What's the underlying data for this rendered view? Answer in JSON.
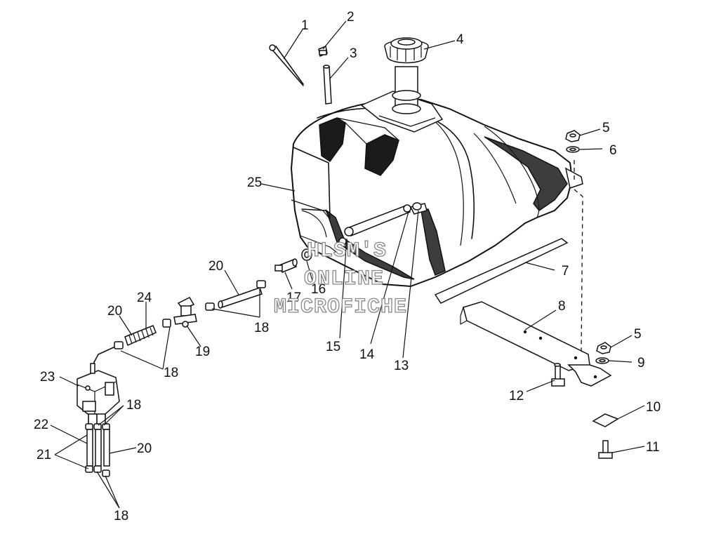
{
  "watermark": {
    "line1": "HLSM'S",
    "line2": "ONLINE",
    "line3": "MICROFICHE"
  },
  "callouts": [
    {
      "id": "c1",
      "label": "1"
    },
    {
      "id": "c2",
      "label": "2"
    },
    {
      "id": "c3",
      "label": "3"
    },
    {
      "id": "c4",
      "label": "4"
    },
    {
      "id": "c5a",
      "label": "5"
    },
    {
      "id": "c6",
      "label": "6"
    },
    {
      "id": "c7",
      "label": "7"
    },
    {
      "id": "c8",
      "label": "8"
    },
    {
      "id": "c5b",
      "label": "5"
    },
    {
      "id": "c9",
      "label": "9"
    },
    {
      "id": "c10",
      "label": "10"
    },
    {
      "id": "c11",
      "label": "11"
    },
    {
      "id": "c12",
      "label": "12"
    },
    {
      "id": "c13",
      "label": "13"
    },
    {
      "id": "c14",
      "label": "14"
    },
    {
      "id": "c15",
      "label": "15"
    },
    {
      "id": "c16",
      "label": "16"
    },
    {
      "id": "c17",
      "label": "17"
    },
    {
      "id": "c18a",
      "label": "18"
    },
    {
      "id": "c19",
      "label": "19"
    },
    {
      "id": "c20a",
      "label": "20"
    },
    {
      "id": "c18b",
      "label": "18"
    },
    {
      "id": "c20b",
      "label": "20"
    },
    {
      "id": "c24",
      "label": "24"
    },
    {
      "id": "c23",
      "label": "23"
    },
    {
      "id": "c18c",
      "label": "18"
    },
    {
      "id": "c22",
      "label": "22"
    },
    {
      "id": "c21",
      "label": "21"
    },
    {
      "id": "c20c",
      "label": "20"
    },
    {
      "id": "c18d",
      "label": "18"
    },
    {
      "id": "c25",
      "label": "25"
    }
  ]
}
